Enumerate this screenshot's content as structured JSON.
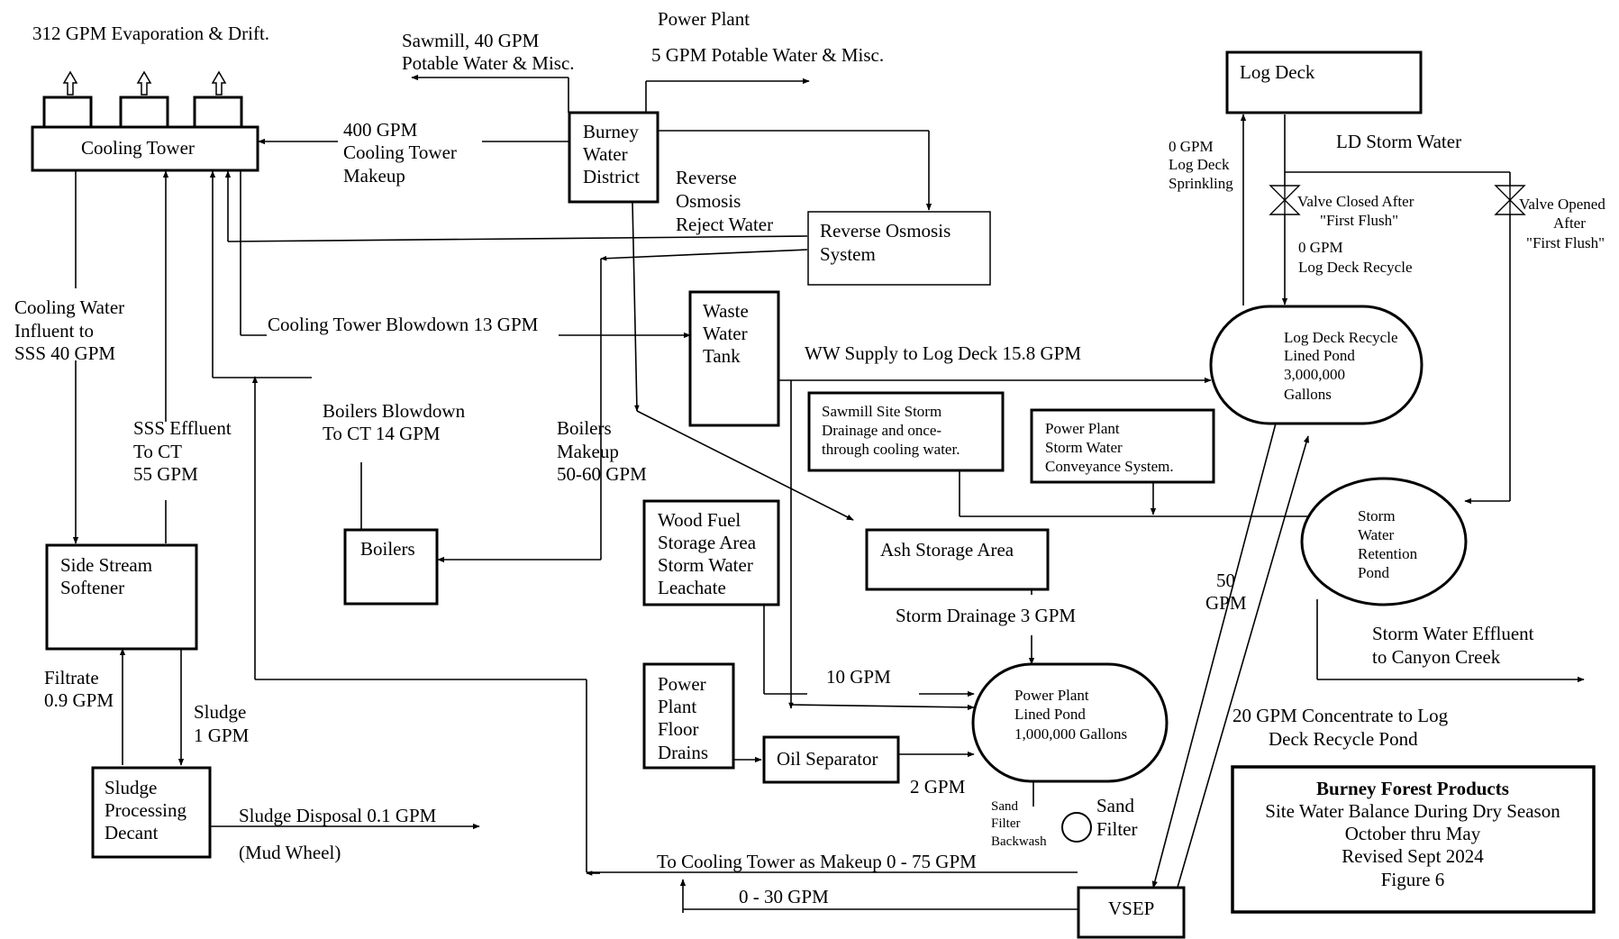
{
  "evaporation": {
    "label": "312 GPM Evaporation & Drift."
  },
  "nodes": {
    "cooling_tower": [
      "Cooling Tower"
    ],
    "burney_water": [
      "Burney",
      "Water",
      "District"
    ],
    "reverse_osmosis": [
      "Reverse Osmosis",
      "System"
    ],
    "waste_water_tank": [
      "Waste",
      "Water",
      "Tank"
    ],
    "log_deck": [
      "Log Deck"
    ],
    "log_deck_pond": [
      "Log Deck Recycle",
      "Lined Pond",
      "3,000,000",
      "Gallons"
    ],
    "sawmill_storm": [
      "Sawmill Site Storm",
      "Drainage and once-",
      "through cooling water."
    ],
    "pp_storm": [
      "Power Plant",
      "Storm Water",
      "Conveyance System."
    ],
    "storm_pond": [
      "Storm",
      "Water",
      "Retention",
      "Pond"
    ],
    "ash_storage": [
      "Ash Storage Area"
    ],
    "wood_fuel": [
      "Wood Fuel",
      "Storage Area",
      "Storm Water",
      "Leachate"
    ],
    "boilers": [
      "Boilers"
    ],
    "side_stream": [
      "Side Stream",
      "Softener"
    ],
    "sludge": [
      "Sludge",
      "Processing",
      "Decant"
    ],
    "pp_floor": [
      "Power",
      "Plant",
      "Floor",
      "Drains"
    ],
    "oil_sep": [
      "Oil Separator"
    ],
    "pp_pond": [
      "Power Plant",
      "Lined Pond",
      "1,000,000 Gallons"
    ],
    "sand_filter": [
      "Sand",
      "Filter"
    ],
    "vsep": [
      "VSEP"
    ]
  },
  "flows": {
    "sawmill": [
      "Sawmill, 40 GPM",
      "Potable Water & Misc."
    ],
    "power_plant_title": [
      "Power Plant"
    ],
    "power_plant": [
      "5 GPM Potable Water & Misc."
    ],
    "ct_makeup": [
      "400 GPM",
      "Cooling Tower",
      "Makeup"
    ],
    "ro_reject": [
      "Reverse",
      "Osmosis",
      "Reject Water"
    ],
    "ct_blowdown": [
      "Cooling Tower Blowdown  13 GPM"
    ],
    "ww_supply": [
      "WW Supply to Log Deck  15.8  GPM"
    ],
    "cw_influent": [
      "Cooling Water",
      "Influent to",
      "SSS  40 GPM"
    ],
    "sss_effluent": [
      "SSS Effluent",
      "To CT",
      "55  GPM"
    ],
    "boilers_blowdown": [
      "Boilers Blowdown",
      "To CT 14  GPM"
    ],
    "boilers_makeup": [
      "Boilers",
      "Makeup",
      "50-60 GPM"
    ],
    "storm_drainage": [
      "Storm Drainage 3 GPM"
    ],
    "ten_gpm": [
      "10 GPM"
    ],
    "two_gpm": [
      "2 GPM"
    ],
    "filtrate": [
      "Filtrate",
      "0.9 GPM"
    ],
    "sludge_flow": [
      "Sludge",
      "1 GPM"
    ],
    "sludge_disposal": [
      "Sludge Disposal   0.1 GPM"
    ],
    "mud_wheel": [
      "(Mud Wheel)"
    ],
    "sand_backwash": [
      "Sand",
      "Filter",
      "Backwash"
    ],
    "to_ct_makeup": [
      "To Cooling Tower as Makeup  0 - 75 GPM"
    ],
    "zero_thirty": [
      "0 - 30 GPM"
    ],
    "concentrate": [
      "20 GPM Concentrate to Log",
      "Deck Recycle Pond"
    ],
    "fifty_gpm": [
      "50",
      "GPM"
    ],
    "ld_storm": [
      "LD Storm Water"
    ],
    "log_deck_sprinkling": [
      "0 GPM",
      "Log Deck",
      "Sprinkling"
    ],
    "valve_closed": [
      "Valve Closed After",
      "\"First Flush\""
    ],
    "valve_opened": [
      "Valve Opened",
      "After",
      "\"First Flush\""
    ],
    "log_deck_recycle": [
      "0 GPM",
      "Log Deck Recycle"
    ],
    "storm_effluent": [
      "Storm Water Effluent",
      "to Canyon Creek"
    ]
  },
  "title_block": [
    "Burney Forest Products",
    "Site Water Balance During Dry Season",
    "October thru May",
    "Revised Sept 2024",
    "Figure 6"
  ]
}
